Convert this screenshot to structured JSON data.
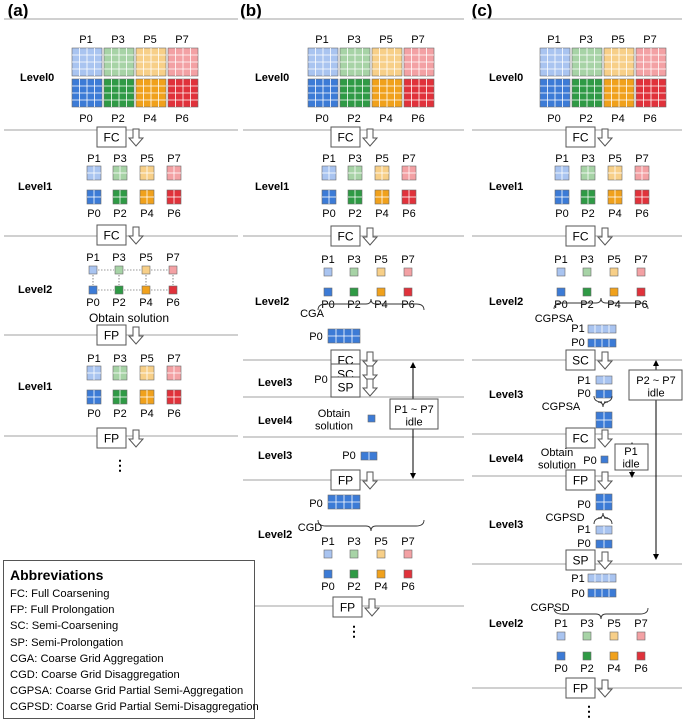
{
  "panels": [
    {
      "label": "(a)"
    },
    {
      "label": "(b)"
    },
    {
      "label": "(c)"
    }
  ],
  "processes_top": [
    "P1",
    "P3",
    "P5",
    "P7"
  ],
  "processes_bottom": [
    "P0",
    "P2",
    "P4",
    "P6"
  ],
  "ops": {
    "fc": "FC",
    "fp": "FP",
    "sc": "SC",
    "sp": "SP"
  },
  "levels": {
    "l0": "Level0",
    "l1": "Level1",
    "l2": "Level2",
    "l3": "Level3",
    "l4": "Level4"
  },
  "labels": {
    "obtain_solution_a": "Obtain solution",
    "obtain_solution": "Obtain\nsolution",
    "cga": "CGA",
    "cgd": "CGD",
    "cgpsa": "CGPSA",
    "cgpsd": "CGPSD",
    "p0": "P0",
    "p1": "P1",
    "idle_b": "P1 ~ P7\nidle",
    "idle_c": "P2 ~ P7\nidle",
    "idle_c_small": "P1\nidle",
    "dots": "⋮"
  },
  "colors": {
    "blue_dark": "#3c7bd6",
    "blue_light": "#a9c4f0",
    "green_dark": "#2f9a45",
    "green_light": "#a7d3a6",
    "orange_dark": "#f0a11c",
    "orange_light": "#f7cf88",
    "red_dark": "#e0323b",
    "red_light": "#f3a1a4"
  },
  "abbreviations": {
    "title": "Abbreviations",
    "items": [
      "FC: Full Coarsening",
      "FP: Full Prolongation",
      "SC: Semi-Coarsening",
      "SP: Semi-Prolongation",
      "CGA: Coarse Grid Aggregation",
      "CGD: Coarse Grid Disaggregation",
      "CGPSA: Coarse Grid Partial Semi-Aggregation",
      "CGPSD: Coarse Grid Partial Semi-Disaggregation"
    ]
  }
}
